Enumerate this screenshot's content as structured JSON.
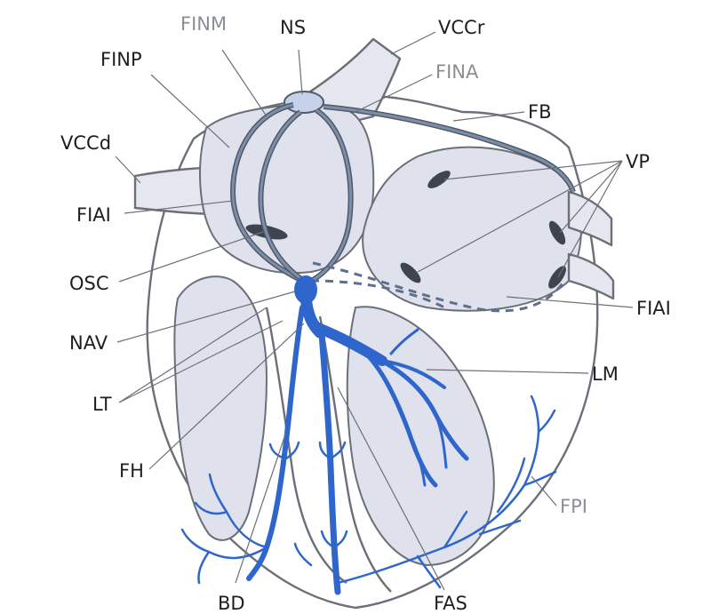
{
  "labels": {
    "finm": "FINM",
    "ns": "NS",
    "vccr": "VCCr",
    "finp": "FINP",
    "fina": "FINA",
    "fb": "FB",
    "vccd": "VCCd",
    "vp": "VP",
    "fiai_left": "FIAI",
    "osc": "OSC",
    "fiai_right": "FIAI",
    "nav": "NAV",
    "lm": "LM",
    "lt": "LT",
    "fh": "FH",
    "fpi": "FPI",
    "bd": "BD",
    "fas": "FAS"
  },
  "colors": {
    "conduction_blue": "#2f66cc",
    "tissue_fill": "#dfe2ec",
    "outline": "#6b7078"
  }
}
